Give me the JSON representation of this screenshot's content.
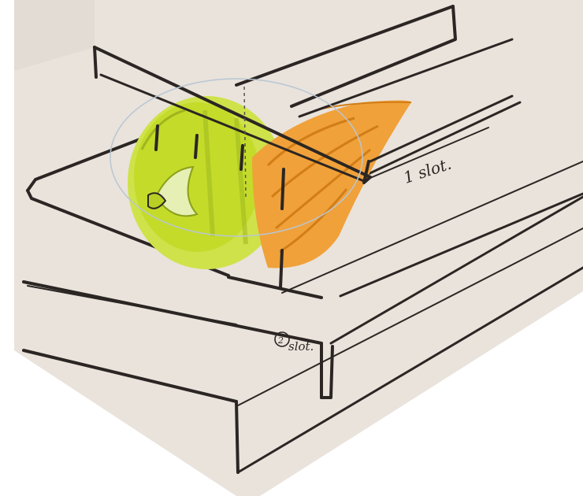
{
  "annotations": {
    "top_slot": "1 slot.",
    "bottom_slot_number": "2",
    "bottom_slot_word": "slot."
  },
  "colors": {
    "paper": "#e9e3dc",
    "ink": "#2b2623",
    "lime": "#c4db2a",
    "orange": "#ee9a2c"
  }
}
